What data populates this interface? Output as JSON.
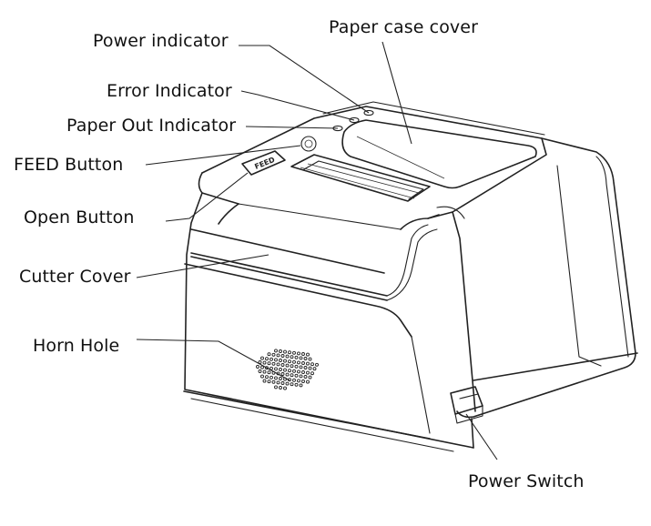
{
  "figure": {
    "labels": {
      "paper_case_cover": "Paper case cover",
      "power_indicator": "Power indicator",
      "error_indicator": "Error Indicator",
      "paper_out_indicator": "Paper Out Indicator",
      "feed_button": "FEED Button",
      "open_button": "Open Button",
      "cutter_cover": "Cutter Cover",
      "horn_hole": "Horn Hole",
      "power_switch": "Power Switch"
    },
    "button_glyph": "FEED",
    "line_color": "#222222",
    "background": "#ffffff"
  }
}
